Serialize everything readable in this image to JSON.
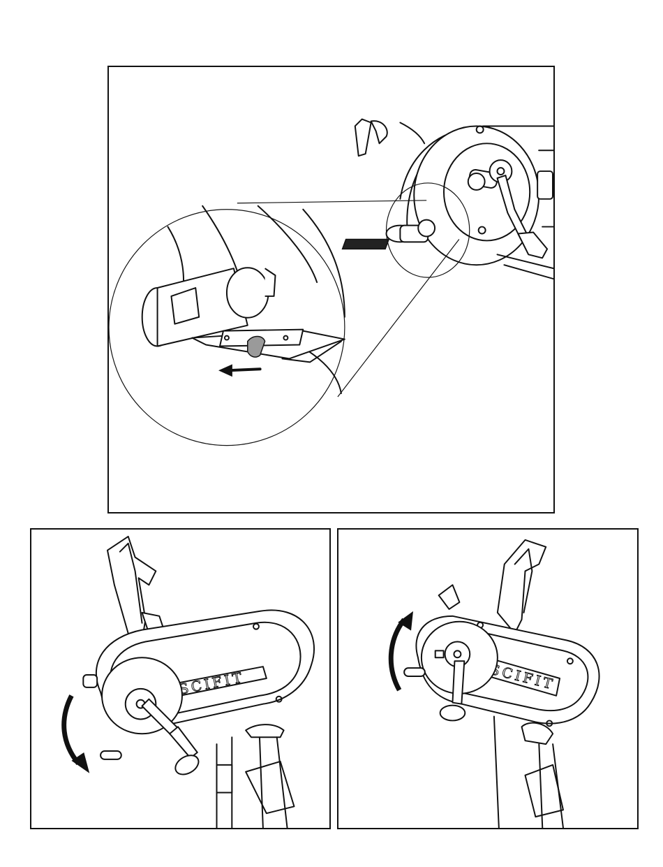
{
  "figure": {
    "panels": [
      {
        "id": "top",
        "description_icon": "release-lever-detail"
      },
      {
        "id": "bottom-left",
        "arrow_direction": "down"
      },
      {
        "id": "bottom-right",
        "arrow_direction": "up"
      }
    ],
    "brand": {
      "label": "SCIFIT"
    },
    "colors": {
      "line": "#111111",
      "background": "#ffffff",
      "shade": "#9a9a9a"
    }
  }
}
